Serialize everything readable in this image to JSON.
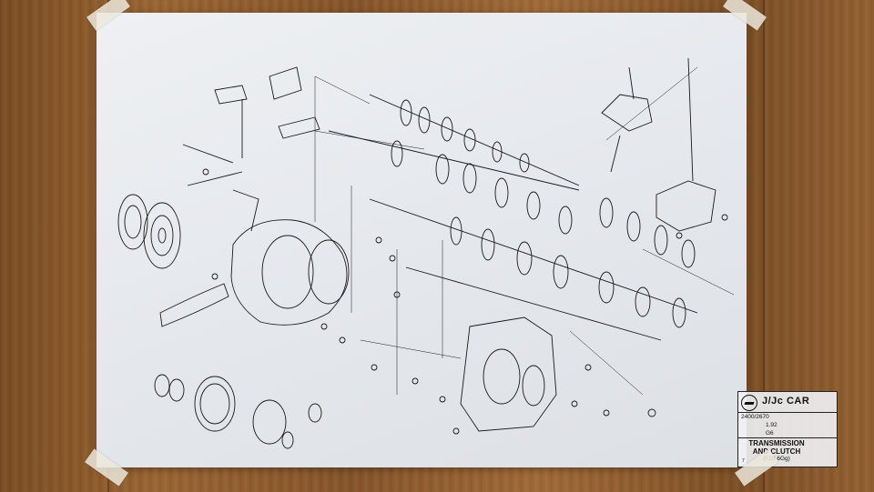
{
  "title_block": {
    "logo_icon": "opel-logo-icon",
    "car": "J/Jc CAR",
    "part_number": "2400/2670",
    "date": "1.92",
    "code": "G6",
    "title_line1": "TRANSMISSION",
    "title_line2": "AND CLUTCH",
    "subtitle": "(F28 6Gg)",
    "sheet": "7"
  },
  "colors": {
    "wood": "#8a5a2b",
    "paper": "#e6e9ee",
    "ink": "#1a1a1a"
  }
}
